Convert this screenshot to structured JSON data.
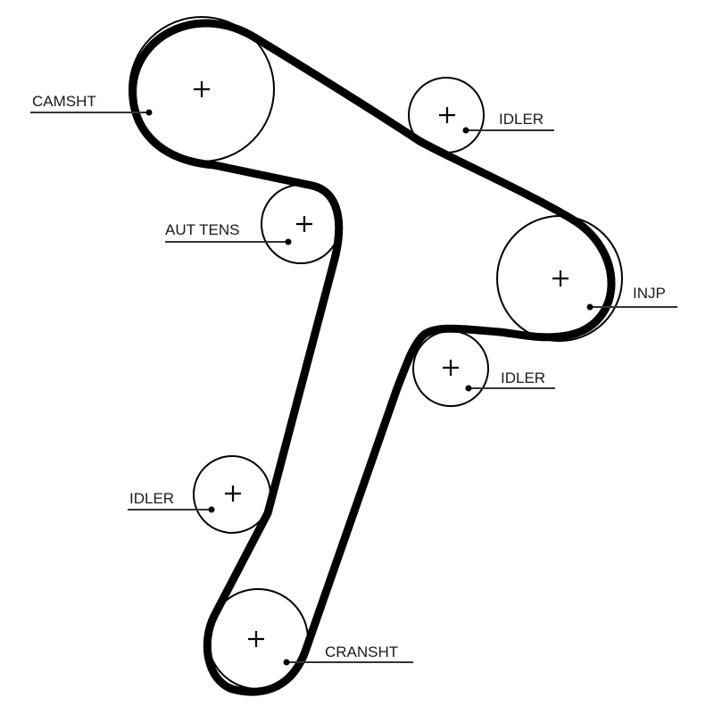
{
  "diagram": {
    "type": "timing-belt-routing",
    "belt_color": "#000000",
    "pulleys": [
      {
        "id": "camsht",
        "label": "CAMSHT"
      },
      {
        "id": "idler-top",
        "label": "IDLER"
      },
      {
        "id": "aut-tens",
        "label": "AUT TENS"
      },
      {
        "id": "injp",
        "label": "INJP"
      },
      {
        "id": "idler-mid",
        "label": "IDLER"
      },
      {
        "id": "idler-low",
        "label": "IDLER"
      },
      {
        "id": "cransht",
        "label": "CRANSHT"
      }
    ]
  }
}
